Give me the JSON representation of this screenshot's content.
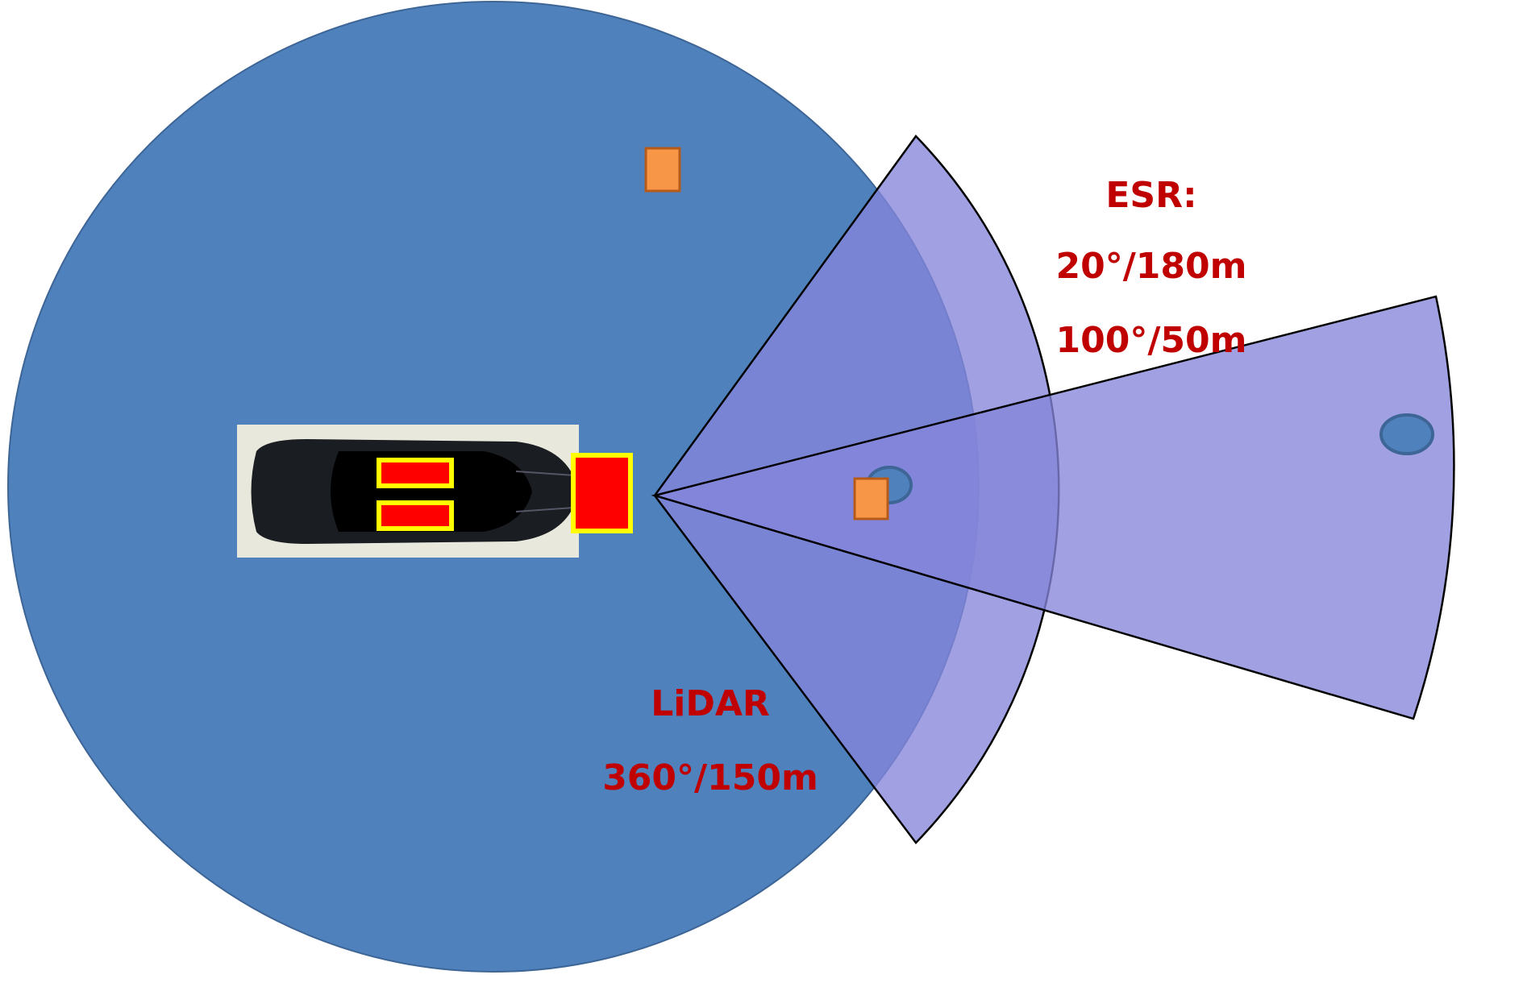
{
  "colors": {
    "lidar_fill": "#4f81bd",
    "radar_fill": "#8585da",
    "label": "#c00000",
    "sensor": "#ff0000",
    "sensor_border": "#ffff00",
    "target": "#f79646"
  },
  "labels": {
    "esr_title": "ESR:",
    "esr_long": "20°/180m",
    "esr_mid": "100°/50m",
    "lidar_title": "LiDAR",
    "lidar_range": "360°/150m"
  }
}
